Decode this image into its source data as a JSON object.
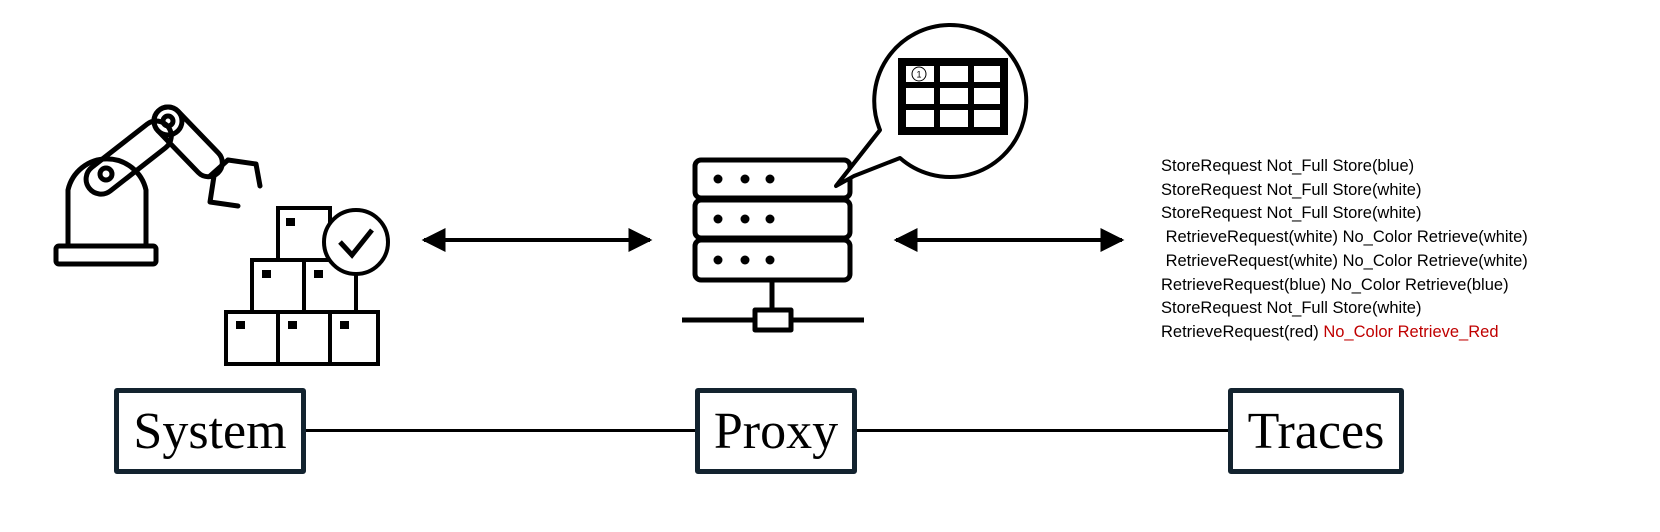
{
  "labels": {
    "system": "System",
    "proxy": "Proxy",
    "traces": "Traces"
  },
  "table_badge": "1",
  "traces": [
    {
      "text": "StoreRequest Not_Full Store(blue)",
      "highlight": ""
    },
    {
      "text": "StoreRequest Not_Full Store(white)",
      "highlight": ""
    },
    {
      "text": "StoreRequest Not_Full Store(white)",
      "highlight": ""
    },
    {
      "text": " RetrieveRequest(white) No_Color Retrieve(white)",
      "highlight": ""
    },
    {
      "text": " RetrieveRequest(white) No_Color Retrieve(white)",
      "highlight": ""
    },
    {
      "text": "RetrieveRequest(blue) No_Color Retrieve(blue)",
      "highlight": ""
    },
    {
      "text": "StoreRequest Not_Full Store(white)",
      "highlight": ""
    },
    {
      "text": "RetrieveRequest(red) ",
      "highlight": "No_Color Retrieve_Red"
    }
  ],
  "colors": {
    "stroke": "#000000",
    "box_border": "#13232f",
    "highlight": "#c00000"
  }
}
